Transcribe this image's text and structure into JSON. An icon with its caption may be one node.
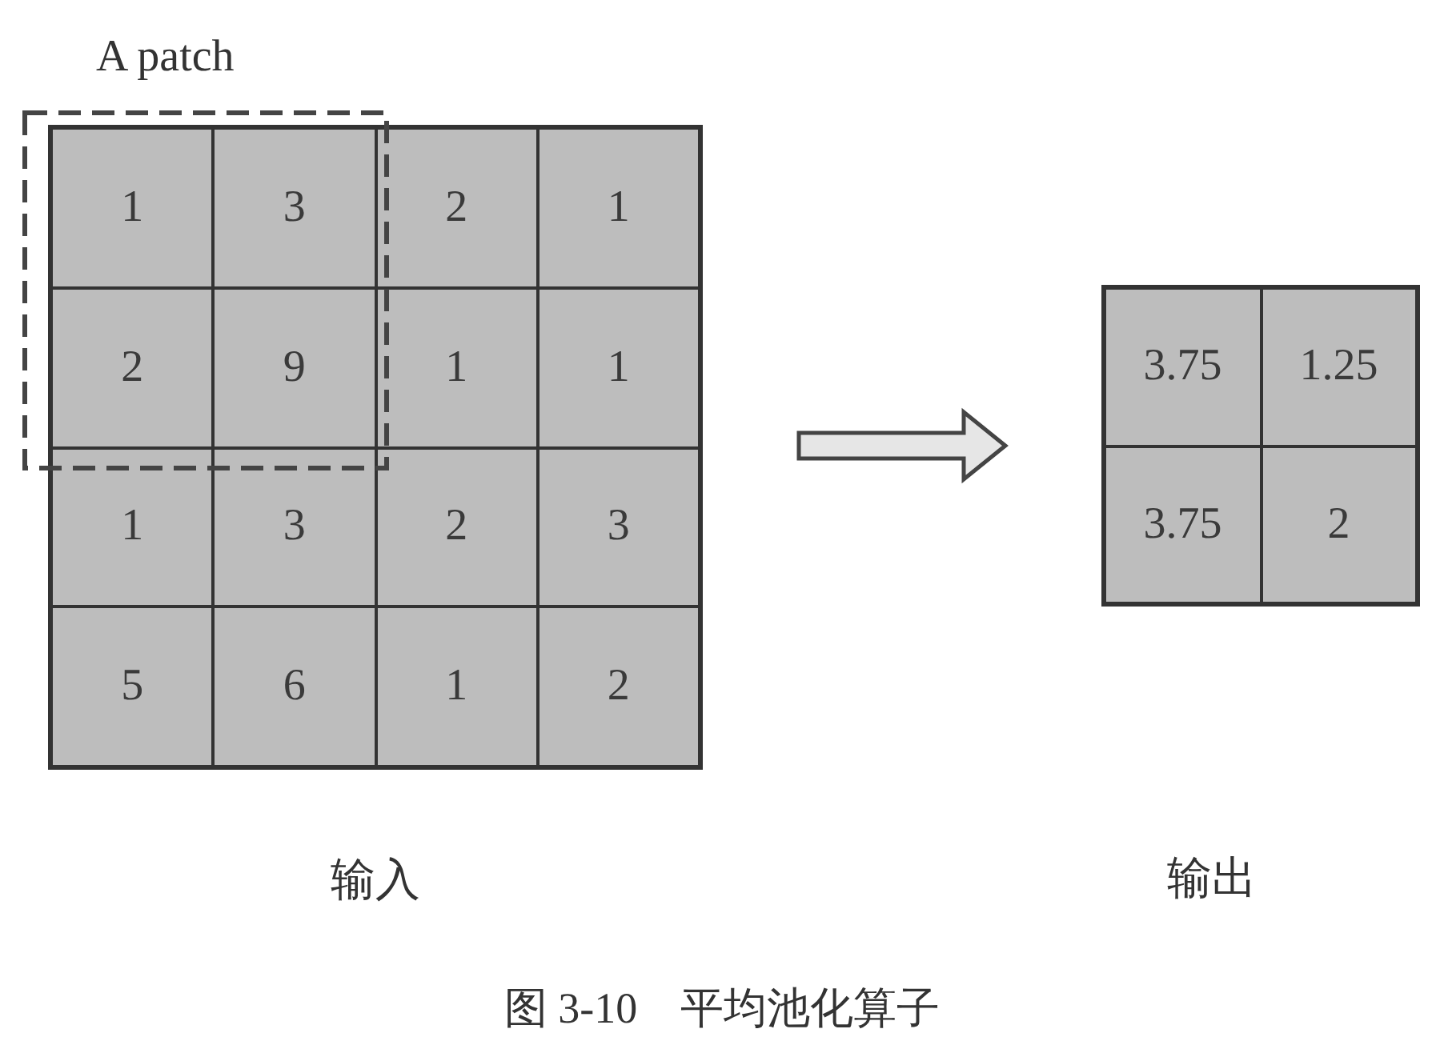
{
  "diagram": {
    "caption": "图 3-10　平均池化算子",
    "nodes": [
      {
        "text": [],
        "shape": "box",
        "beside": [
          "输入"
        ]
      },
      {
        "text": [
          "1"
        ],
        "in": 0
      },
      {
        "text": [
          "3"
        ],
        "in": 0
      },
      {
        "text": [
          "2"
        ],
        "in": 0
      },
      {
        "text": [
          "1"
        ],
        "in": 0
      },
      {
        "text": [
          "2"
        ],
        "in": 0
      },
      {
        "text": [
          "9"
        ],
        "in": 0
      },
      {
        "text": [
          "1"
        ],
        "in": 0
      },
      {
        "text": [
          "1"
        ],
        "in": 0
      },
      {
        "text": [
          "1"
        ],
        "in": 0
      },
      {
        "text": [
          "3"
        ],
        "in": 0
      },
      {
        "text": [
          "2"
        ],
        "in": 0
      },
      {
        "text": [
          "3"
        ],
        "in": 0
      },
      {
        "text": [
          "5"
        ],
        "in": 0
      },
      {
        "text": [
          "6"
        ],
        "in": 0
      },
      {
        "text": [
          "1"
        ],
        "in": 0
      },
      {
        "text": [
          "2"
        ],
        "in": 0
      },
      {
        "text": [],
        "shape": "box"
      },
      {
        "text": [
          "3.75"
        ],
        "in": 17
      },
      {
        "text": [
          "1.25"
        ],
        "in": 17
      },
      {
        "text": [
          "3.75"
        ],
        "in": 17
      },
      {
        "text": [
          "2"
        ],
        "in": 17
      }
    ],
    "edges": [
      {
        "from": 0,
        "to": 17,
        "arrow": "to"
      }
    ],
    "labels": [
      "A patch",
      "输出"
    ]
  }
}
